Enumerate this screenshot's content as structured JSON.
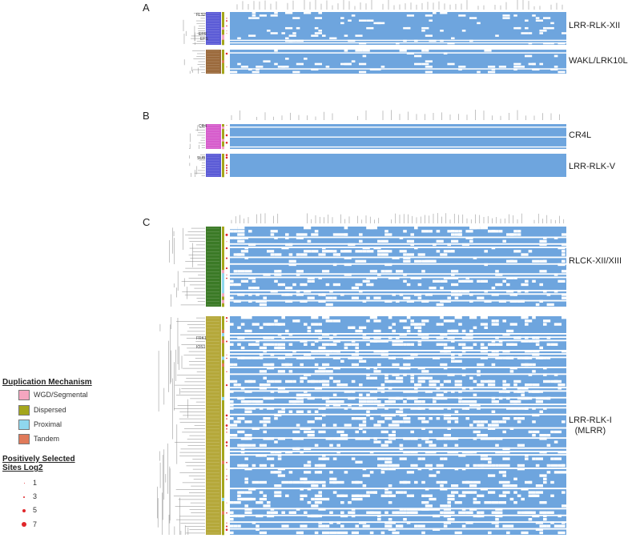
{
  "panels": [
    {
      "letter": "A"
    },
    {
      "letter": "B"
    },
    {
      "letter": "C"
    }
  ],
  "families": [
    {
      "label": "LRR-RLK-XII",
      "fill": "#5b5bd6",
      "genes": [
        "FLS2",
        "EFR",
        "EFS"
      ]
    },
    {
      "label": "WAKL/LRK10L",
      "fill": "#9b6a3c",
      "genes": []
    },
    {
      "label": "CR4L",
      "fill": "#d65ccc",
      "genes": [
        "CR4"
      ]
    },
    {
      "label": "LRR-RLK-V",
      "fill": "#5b5bd6",
      "genes": [
        "SUB"
      ]
    },
    {
      "label": "RLCK-XII/XIII",
      "fill": "#3b7a26",
      "genes": []
    },
    {
      "label": "LRR-RLK-I\n(MLRR)",
      "fill": "#b5a83a",
      "genes": [
        "FRK1",
        "IOS1"
      ]
    }
  ],
  "colors": {
    "heatmap": "#6ea5de",
    "gap": "#ffffff",
    "wgd": "#f5a6c0",
    "dispersed": "#a4a61c",
    "proximal": "#8fd7ee",
    "tandem": "#e07a5a",
    "dot": "#e0262a"
  },
  "legend": {
    "dup_title": "Duplication Mechanism",
    "dup_items": [
      {
        "label": "WGD/Segmental",
        "color": "#f5a6c0"
      },
      {
        "label": "Dispersed",
        "color": "#a4a61c"
      },
      {
        "label": "Proximal",
        "color": "#8fd7ee"
      },
      {
        "label": "Tandem",
        "color": "#e07a5a"
      }
    ],
    "sel_title": "Positively Selected Sites Log2",
    "sel_items": [
      {
        "label": "1",
        "size": 1
      },
      {
        "label": "3",
        "size": 3
      },
      {
        "label": "5",
        "size": 5
      },
      {
        "label": "7",
        "size": 7
      }
    ]
  }
}
